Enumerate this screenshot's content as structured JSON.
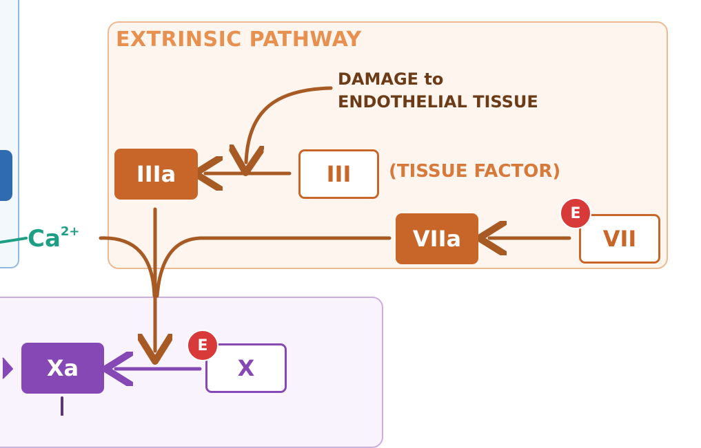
{
  "extrinsic": {
    "title": "EXTRINSIC PATHWAY",
    "damage_line1": "DAMAGE to",
    "damage_line2": "ENDOTHELIAL TISSUE",
    "tissue_factor_label": "(TISSUE FACTOR)"
  },
  "nodes": {
    "factor_IIIa": "IIIa",
    "factor_III": "III",
    "factor_VIIa": "VIIa",
    "factor_VII": "VII",
    "factor_Xa": "Xa",
    "factor_X": "X"
  },
  "enzyme_badge": "E",
  "calcium": {
    "base": "Ca",
    "charge": "2+"
  },
  "colors": {
    "extrinsic_accent": "#e7904f",
    "orange_node": "#c8662a",
    "brown_arrow": "#a85a24",
    "purple_node": "#8548b4",
    "calcium_teal": "#1f9e86",
    "enzyme_red": "#d83a3a",
    "intrinsic_blue": "#2f6bb0"
  }
}
